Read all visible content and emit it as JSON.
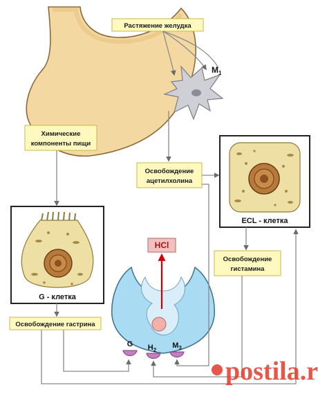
{
  "labels": {
    "stomach_distension": "Растяжение желудка",
    "food_chem_line1": "Химические",
    "food_chem_line2": "компоненты пищи",
    "ach_release_line1": "Освобождение",
    "ach_release_line2": "ацетилхолина",
    "histamine_release_line1": "Освобождение",
    "histamine_release_line2": "гистамина",
    "gastrin_release": "Освобождение гастрина",
    "g_cell": "G - клетка",
    "ecl_cell": "ECL - клетка",
    "hcl": "HCl",
    "neuron_m1_main": "M",
    "neuron_m1_sub": "1",
    "receptor_g": "G",
    "receptor_h2_main": "H",
    "receptor_h2_sub": "2",
    "receptor_m3_main": "M",
    "receptor_m3_sub": "3"
  },
  "watermark": "postila.ru",
  "colors": {
    "label_box_fill": "#fff9c0",
    "label_box_stroke": "#c8b94a",
    "stomach_fill": "#f4d8a2",
    "cell_fill": "#eee0a4",
    "nucleus_fill": "#b87a3a",
    "parietal_fill": "#a9dcf2",
    "hcl_box_fill": "#f1c1c1",
    "hcl_arrow": "#d10000",
    "receptor_fill": "#c27fc2",
    "watermark": "#e23a2a"
  }
}
